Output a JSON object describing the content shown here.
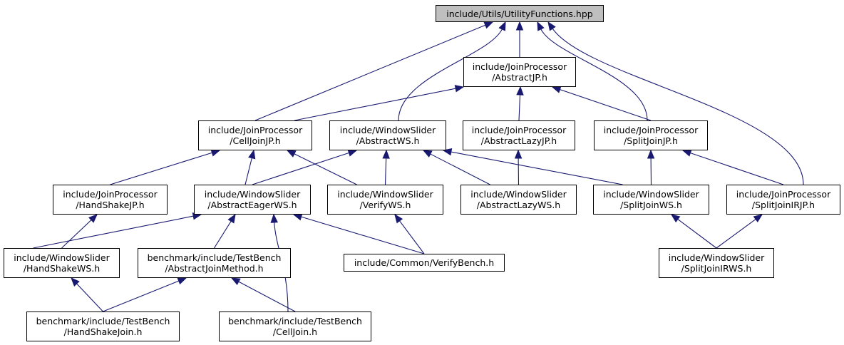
{
  "nodes": [
    {
      "id": "utility",
      "lines": [
        "include/Utils/UtilityFunctions.hpp"
      ],
      "root": true
    },
    {
      "id": "abstract_jp",
      "lines": [
        "include/JoinProcessor",
        "/AbstractJP.h"
      ]
    },
    {
      "id": "celljoin_jp",
      "lines": [
        "include/JoinProcessor",
        "/CellJoinJP.h"
      ]
    },
    {
      "id": "abstract_ws",
      "lines": [
        "include/WindowSlider",
        "/AbstractWS.h"
      ]
    },
    {
      "id": "abstractlazy_jp",
      "lines": [
        "include/JoinProcessor",
        "/AbstractLazyJP.h"
      ]
    },
    {
      "id": "splitjoin_jp",
      "lines": [
        "include/JoinProcessor",
        "/SplitJoinJP.h"
      ]
    },
    {
      "id": "handshake_jp",
      "lines": [
        "include/JoinProcessor",
        "/HandShakeJP.h"
      ]
    },
    {
      "id": "abstracteager_ws",
      "lines": [
        "include/WindowSlider",
        "/AbstractEagerWS.h"
      ]
    },
    {
      "id": "verify_ws",
      "lines": [
        "include/WindowSlider",
        "/VerifyWS.h"
      ]
    },
    {
      "id": "abstractlazy_ws",
      "lines": [
        "include/WindowSlider",
        "/AbstractLazyWS.h"
      ]
    },
    {
      "id": "splitjoin_ws",
      "lines": [
        "include/WindowSlider",
        "/SplitJoinWS.h"
      ]
    },
    {
      "id": "splitjoinir_jp",
      "lines": [
        "include/JoinProcessor",
        "/SplitJoinIRJP.h"
      ]
    },
    {
      "id": "handshake_ws",
      "lines": [
        "include/WindowSlider",
        "/HandShakeWS.h"
      ]
    },
    {
      "id": "abstractjoinmethod",
      "lines": [
        "benchmark/include/TestBench",
        "/AbstractJoinMethod.h"
      ]
    },
    {
      "id": "verifybench",
      "lines": [
        "include/Common/VerifyBench.h"
      ]
    },
    {
      "id": "splitjoinir_ws",
      "lines": [
        "include/WindowSlider",
        "/SplitJoinIRWS.h"
      ]
    },
    {
      "id": "handshakejoin",
      "lines": [
        "benchmark/include/TestBench",
        "/HandShakeJoin.h"
      ]
    },
    {
      "id": "celljoin",
      "lines": [
        "benchmark/include/TestBench",
        "/CellJoin.h"
      ]
    }
  ],
  "edges": [
    {
      "from": "abstract_jp",
      "to": "utility"
    },
    {
      "from": "celljoin_jp",
      "to": "utility"
    },
    {
      "from": "abstract_ws",
      "to": "utility"
    },
    {
      "from": "splitjoin_jp",
      "to": "utility"
    },
    {
      "from": "splitjoinir_jp",
      "to": "utility"
    },
    {
      "from": "celljoin_jp",
      "to": "abstract_jp"
    },
    {
      "from": "abstractlazy_jp",
      "to": "abstract_jp"
    },
    {
      "from": "splitjoin_jp",
      "to": "abstract_jp"
    },
    {
      "from": "handshake_jp",
      "to": "celljoin_jp"
    },
    {
      "from": "abstracteager_ws",
      "to": "celljoin_jp"
    },
    {
      "from": "verify_ws",
      "to": "celljoin_jp"
    },
    {
      "from": "abstracteager_ws",
      "to": "abstract_ws"
    },
    {
      "from": "verify_ws",
      "to": "abstract_ws"
    },
    {
      "from": "abstractlazy_ws",
      "to": "abstract_ws"
    },
    {
      "from": "splitjoin_ws",
      "to": "abstract_ws"
    },
    {
      "from": "abstractlazy_ws",
      "to": "abstractlazy_jp"
    },
    {
      "from": "splitjoin_ws",
      "to": "splitjoin_jp"
    },
    {
      "from": "splitjoinir_jp",
      "to": "splitjoin_jp"
    },
    {
      "from": "handshake_ws",
      "to": "handshake_jp"
    },
    {
      "from": "handshake_ws",
      "to": "abstracteager_ws"
    },
    {
      "from": "abstractjoinmethod",
      "to": "abstracteager_ws"
    },
    {
      "from": "verifybench",
      "to": "abstracteager_ws"
    },
    {
      "from": "celljoin",
      "to": "abstracteager_ws"
    },
    {
      "from": "verifybench",
      "to": "verify_ws"
    },
    {
      "from": "splitjoinir_ws",
      "to": "splitjoin_ws"
    },
    {
      "from": "splitjoinir_ws",
      "to": "splitjoinir_jp"
    },
    {
      "from": "handshakejoin",
      "to": "handshake_ws"
    },
    {
      "from": "handshakejoin",
      "to": "abstractjoinmethod"
    },
    {
      "from": "celljoin",
      "to": "abstractjoinmethod"
    }
  ],
  "colors": {
    "edge": "#191970",
    "node_border": "#000000",
    "root_fill": "#bfbfbf",
    "node_fill": "#ffffff"
  }
}
